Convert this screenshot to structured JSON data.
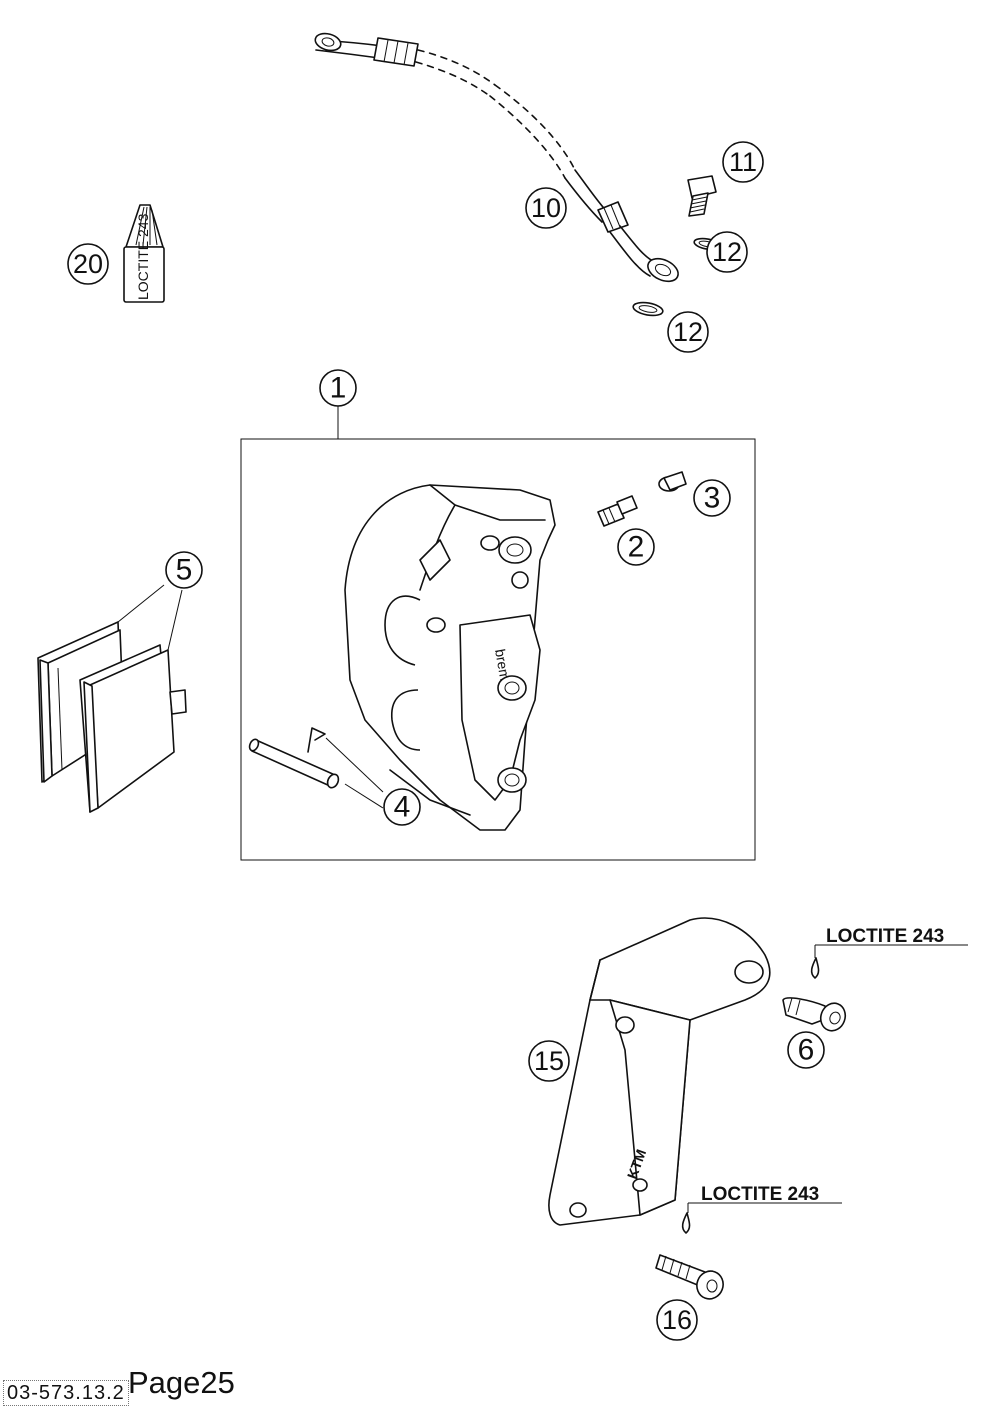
{
  "callouts": [
    "1",
    "2",
    "3",
    "4",
    "5",
    "6",
    "10",
    "11",
    "12",
    "12",
    "15",
    "16",
    "20"
  ],
  "loctite_labels": [
    "LOCTITE 243",
    "LOCTITE 243"
  ],
  "small_text": {
    "can_label": "LOCTITE 243",
    "caliper_brand": "brembo",
    "bracket_brand": "KTM"
  },
  "footer": {
    "code": "03-573.13.2",
    "page": "Page25"
  }
}
